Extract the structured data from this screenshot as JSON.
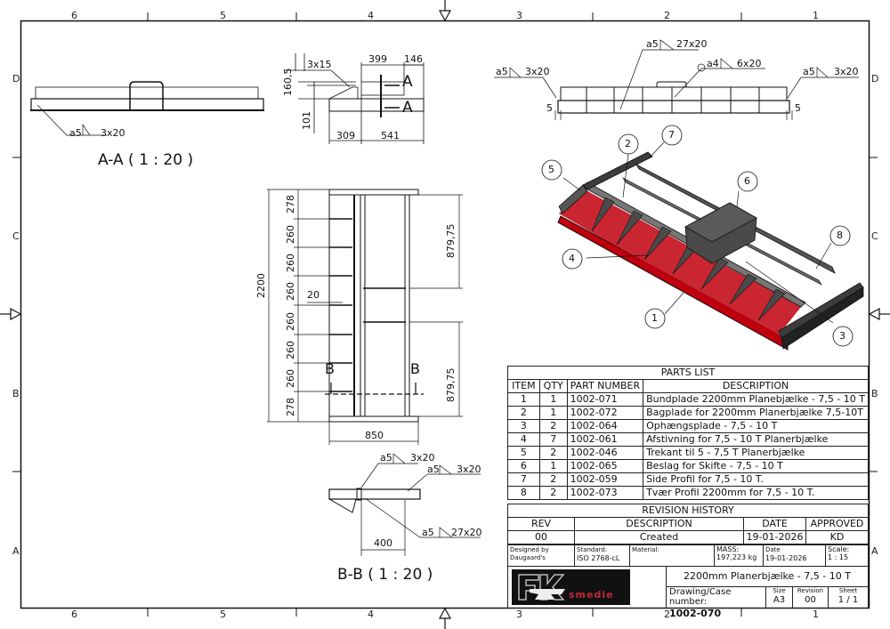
{
  "frame": {
    "zones_top": [
      "6",
      "5",
      "4",
      "3",
      "2",
      "1"
    ],
    "zones_bottom": [
      "6",
      "5",
      "4",
      "3",
      "2",
      "1"
    ],
    "zones_left": [
      "D",
      "C",
      "B",
      "A"
    ],
    "zones_right": [
      "D",
      "C",
      "B",
      "A"
    ]
  },
  "views": {
    "section_aa": {
      "title": "A-A ( 1 : 20 )",
      "weld": {
        "a": "a5",
        "length": "3x20"
      }
    },
    "side_view": {
      "dims": {
        "weld_top": "3x15",
        "w399": "399",
        "w146": "146",
        "h160": "160,5",
        "h101": "101",
        "w309": "309",
        "w541": "541"
      },
      "section_marks": [
        "A",
        "A"
      ]
    },
    "front_view": {
      "welds": [
        {
          "a": "a5",
          "length": "27x20"
        },
        {
          "a": "a4",
          "length": "6x20"
        },
        {
          "a": "a5",
          "length": "3x20"
        },
        {
          "a": "a5",
          "length": "3x20"
        }
      ],
      "dims": {
        "left_5": "5",
        "right_5": "5"
      }
    },
    "top_view": {
      "overall_height": "2200",
      "spacings": [
        "278",
        "260",
        "260",
        "260",
        "260",
        "260",
        "260",
        "278"
      ],
      "gap": "20",
      "upper_span": "879,75",
      "lower_span": "879,75",
      "width": "850",
      "section_marks": [
        "B",
        "B"
      ]
    },
    "section_bb": {
      "title": "B-B ( 1 : 20 )",
      "welds": [
        {
          "a": "a5",
          "length": "3x20"
        },
        {
          "a": "a5",
          "length": "3x20"
        },
        {
          "a": "a5",
          "length": "27x20"
        }
      ],
      "dim": "400"
    },
    "iso_view": {
      "balloons": [
        "1",
        "2",
        "3",
        "4",
        "5",
        "6",
        "7",
        "8"
      ],
      "colors": {
        "plate": "#c0000e",
        "steel": "#3c3c3c"
      }
    }
  },
  "parts_list": {
    "title": "PARTS LIST",
    "headers": [
      "ITEM",
      "QTY",
      "PART NUMBER",
      "DESCRIPTION"
    ],
    "rows": [
      {
        "item": "1",
        "qty": "1",
        "part": "1002-071",
        "desc": "Bundplade 2200mm Planebjælke - 7,5 - 10 T"
      },
      {
        "item": "2",
        "qty": "1",
        "part": "1002-072",
        "desc": "Bagplade for 2200mm Planerbjælke 7,5-10T"
      },
      {
        "item": "3",
        "qty": "2",
        "part": "1002-064",
        "desc": "Ophængsplade - 7,5 - 10 T"
      },
      {
        "item": "4",
        "qty": "7",
        "part": "1002-061",
        "desc": "Afstivning for 7,5 - 10 T Planerbjælke"
      },
      {
        "item": "5",
        "qty": "2",
        "part": "1002-046",
        "desc": "Trekant til 5 - 7,5 T Planerbjælke"
      },
      {
        "item": "6",
        "qty": "1",
        "part": "1002-065",
        "desc": "Beslag for Skifte - 7,5 - 10 T"
      },
      {
        "item": "7",
        "qty": "2",
        "part": "1002-059",
        "desc": "Side Profil for 7,5 - 10 T."
      },
      {
        "item": "8",
        "qty": "2",
        "part": "1002-073",
        "desc": "Tvær Profil 2200mm for 7,5 - 10 T."
      }
    ]
  },
  "revision_history": {
    "title": "REVISION HISTORY",
    "headers": [
      "REV",
      "DESCRIPTION",
      "DATE",
      "APPROVED"
    ],
    "rows": [
      {
        "rev": "00",
        "desc": "Created",
        "date": "19-01-2026",
        "approved": "KD"
      }
    ]
  },
  "title_block": {
    "designed_by_label": "Designed by",
    "designed_by": "Daugaard's",
    "standard_label": "Standard:",
    "standard": "ISO 2768-cL",
    "material_label": "Material:",
    "material": "",
    "mass_label": "MASS:",
    "mass": "197,223 kg",
    "date_label": "Date",
    "date": "19-01-2026",
    "scale_label": "Scale:",
    "scale": "1 : 15",
    "logo_text": "smedie",
    "drawing_title": "2200mm Planerbjælke - 7,5 - 10 T",
    "case_label": "Drawing/Case number:",
    "case_number": "1002-070",
    "size_label": "Size",
    "size": "A3",
    "revision_label": "Revision",
    "revision": "00",
    "sheet_label": "Sheet",
    "sheet": "1 / 1"
  }
}
